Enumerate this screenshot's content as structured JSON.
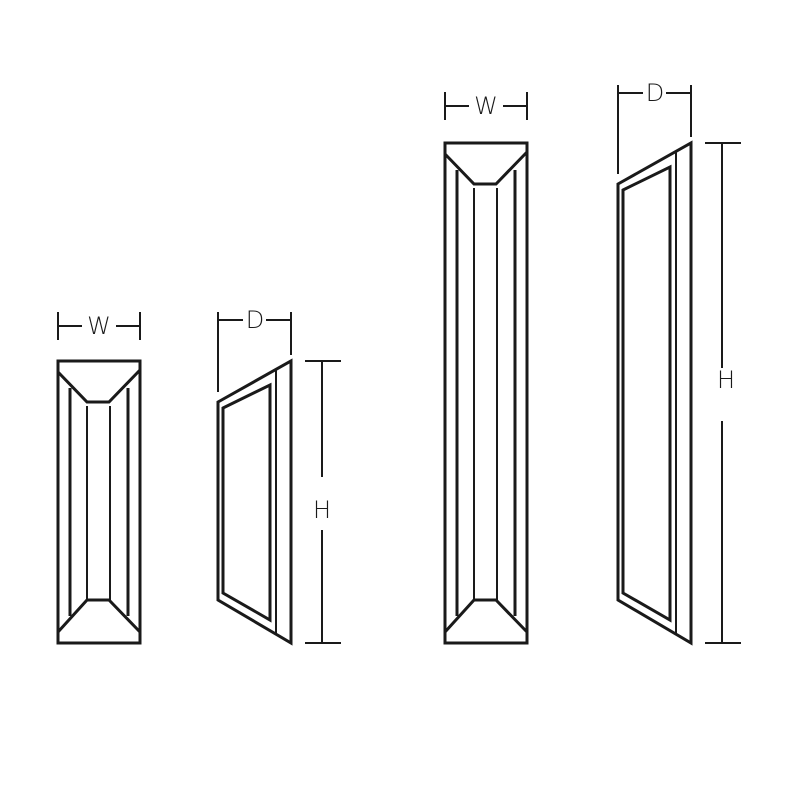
{
  "diagram": {
    "small_fixture": {
      "front_width_label": "W",
      "side_depth_label": "D",
      "side_height_label": "H"
    },
    "large_fixture": {
      "front_width_label": "W",
      "side_depth_label": "D",
      "side_height_label": "H"
    },
    "line_color": "#1a1a1a"
  }
}
